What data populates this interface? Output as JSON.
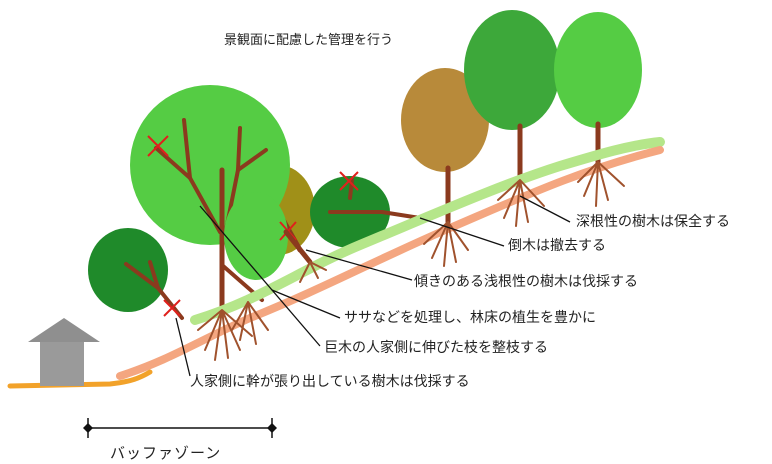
{
  "title": "景観面に配慮した管理を行う",
  "labels": {
    "deep_root": "深根性の樹木は保全する",
    "fallen": "倒木は撤去する",
    "leaning": "傾きのある浅根性の樹木は伐採する",
    "sasa": "ササなどを処理し、林床の植生を豊かに",
    "giant": "巨木の人家側に伸びた枝を整枝する",
    "house_side": "人家側に幹が張り出している樹木は伐採する"
  },
  "zone_label": "バッファゾーン",
  "colors": {
    "ground_orange": "#f2a22a",
    "ground_salmon": "#f4a680",
    "undergrowth": "#b5e68a",
    "tree_light": "#55cc44",
    "tree_mid": "#3da83a",
    "tree_dark": "#1f8a2a",
    "tree_olive": "#a09018",
    "tree_tan": "#b88a3a",
    "house": "#9a9a9a",
    "cut_mark": "#e0201c"
  }
}
